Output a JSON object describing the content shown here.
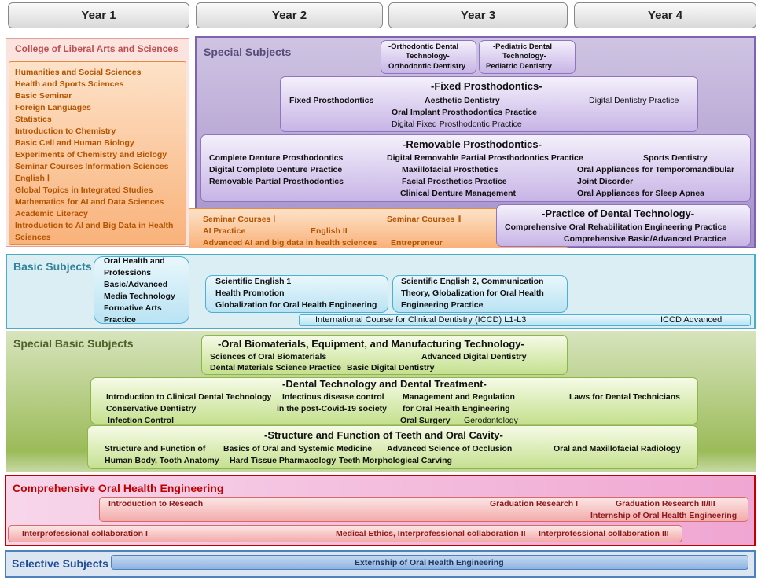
{
  "years": [
    "Year 1",
    "Year 2",
    "Year 3",
    "Year 4"
  ],
  "liberal": {
    "title": "College of Liberal Arts and Sciences",
    "items": [
      "Humanities and Social Sciences",
      "Health and Sports Sciences",
      "Basic Seminar",
      "Foreign Languages",
      "Statistics",
      "Introduction to Chemistry",
      "Basic Cell and Human Biology",
      "Experiments of Chemistry and Biology",
      "Seminar Courses Information Sciences",
      "English Ⅰ",
      "Global Topics in Integrated Studies",
      "Mathematics for AI and Data Sciences",
      "Academic Literacy",
      "Introduction to AI and Big Data in Health",
      "Sciences"
    ]
  },
  "special": {
    "title": "Special Subjects",
    "ortho": [
      "-Orthodontic Dental",
      "Technology-",
      "Orthodontic Dentistry"
    ],
    "pedia": [
      "-Pediatric Dental",
      "Technology-",
      "Pediatric Dentistry"
    ],
    "fixed": {
      "title": "-Fixed Prosthodontics-",
      "c1": "Fixed Prosthodontics",
      "c2": "Aesthetic Dentistry",
      "c3": "Digital Dentistry Practice",
      "c4": "Oral Implant Prosthodontics Practice",
      "c5": "Digital Fixed Prosthodontic Practice"
    },
    "removable": {
      "title": "-Removable Prosthodontics-",
      "col1": [
        "Complete Denture Prosthodontics",
        "Digital Complete Denture Practice",
        "Removable Partial Prosthodontics"
      ],
      "col2": [
        "Digital Removable Partial Prosthodontics Practice",
        "Maxillofacial Prosthetics",
        "Facial Prosthetics Practice",
        "Clinical Denture Management"
      ],
      "col3": [
        "Sports Dentistry",
        "Oral Appliances for Temporomandibular",
        "Joint Disorder",
        "Oral Appliances for Sleep Apnea"
      ]
    },
    "seminar": {
      "s1": "Seminar Courses Ⅰ",
      "s2": "Seminar Courses Ⅱ",
      "ai": "AI Practice",
      "eng2": "English II",
      "adv": "Advanced AI and big data in health sciences",
      "entre": "Entrepreneur"
    },
    "practice": {
      "title": "-Practice of Dental Technology-",
      "l1": "Comprehensive Oral Rehabilitation Engineering Practice",
      "l2": "Comprehensive Basic/Advanced Practice"
    }
  },
  "basic": {
    "title": "Basic Subjects",
    "b1": [
      "Oral Health and",
      "Professions",
      "Basic/Advanced",
      "Media Technology",
      "Formative Arts",
      "Practice"
    ],
    "b2": [
      "Scientific English 1",
      "Health Promotion",
      "Globalization for Oral Health Engineering"
    ],
    "b3": [
      "Scientific English 2, Communication",
      "Theory, Globalization for Oral Health",
      "Engineering Practice"
    ],
    "iccd": "International Course for Clinical Dentistry (ICCD) L1-L3",
    "iccd_adv": "ICCD   Advanced"
  },
  "special_basic": {
    "title": "Special Basic Subjects",
    "bio": {
      "title": "-Oral Biomaterials, Equipment, and Manufacturing Technology-",
      "a": "Sciences of Oral Biomaterials",
      "b": "Advanced Digital Dentistry",
      "c": "Dental Materials Science Practice",
      "d": "Basic Digital Dentistry"
    },
    "treat": {
      "title": "-Dental Technology and Dental Treatment-",
      "a": "Introduction to Clinical Dental Technology",
      "b": "Conservative Dentistry",
      "c": "Infection Control",
      "d": "Infectious disease control",
      "e": "in the post-Covid-19 society",
      "f": "Management and Regulation",
      "g": "for Oral Health Engineering",
      "h": "Oral Surgery",
      "i": "Gerodontology",
      "j": "Laws for Dental Technicians"
    },
    "struct": {
      "title": "-Structure and Function of Teeth and Oral Cavity-",
      "a": "Structure and Function of",
      "b": "Human Body, Tooth Anatomy",
      "c": "Basics of Oral and Systemic Medicine",
      "d": "Hard Tissue Pharmacology",
      "e": "Advanced Science of Occlusion",
      "f": "Teeth Morphological Carving",
      "g": "Oral and Maxillofacial Radiology"
    }
  },
  "comprehensive": {
    "title": "Comprehensive Oral Health Engineering",
    "intro": "Introduction to Reseach",
    "gr1": "Graduation Research I",
    "gr2": "Graduation Research II/III",
    "intern": "Internship of Oral Health Engineering",
    "ip1": "Interprofessional collaboration I",
    "ethics": "Medical Ethics, Interprofessional collaboration II",
    "ip3": "Interprofessional collaboration III"
  },
  "selective": {
    "title": "Selective Subjects",
    "extern": "Externship of Oral Health Engineering"
  },
  "colors": {
    "liberal": "#c0504d",
    "special": "#7a5fa8",
    "basic": "#31859c",
    "special_basic": "#4f6228",
    "comprehensive": "#c00000",
    "selective": "#1f4e99"
  }
}
